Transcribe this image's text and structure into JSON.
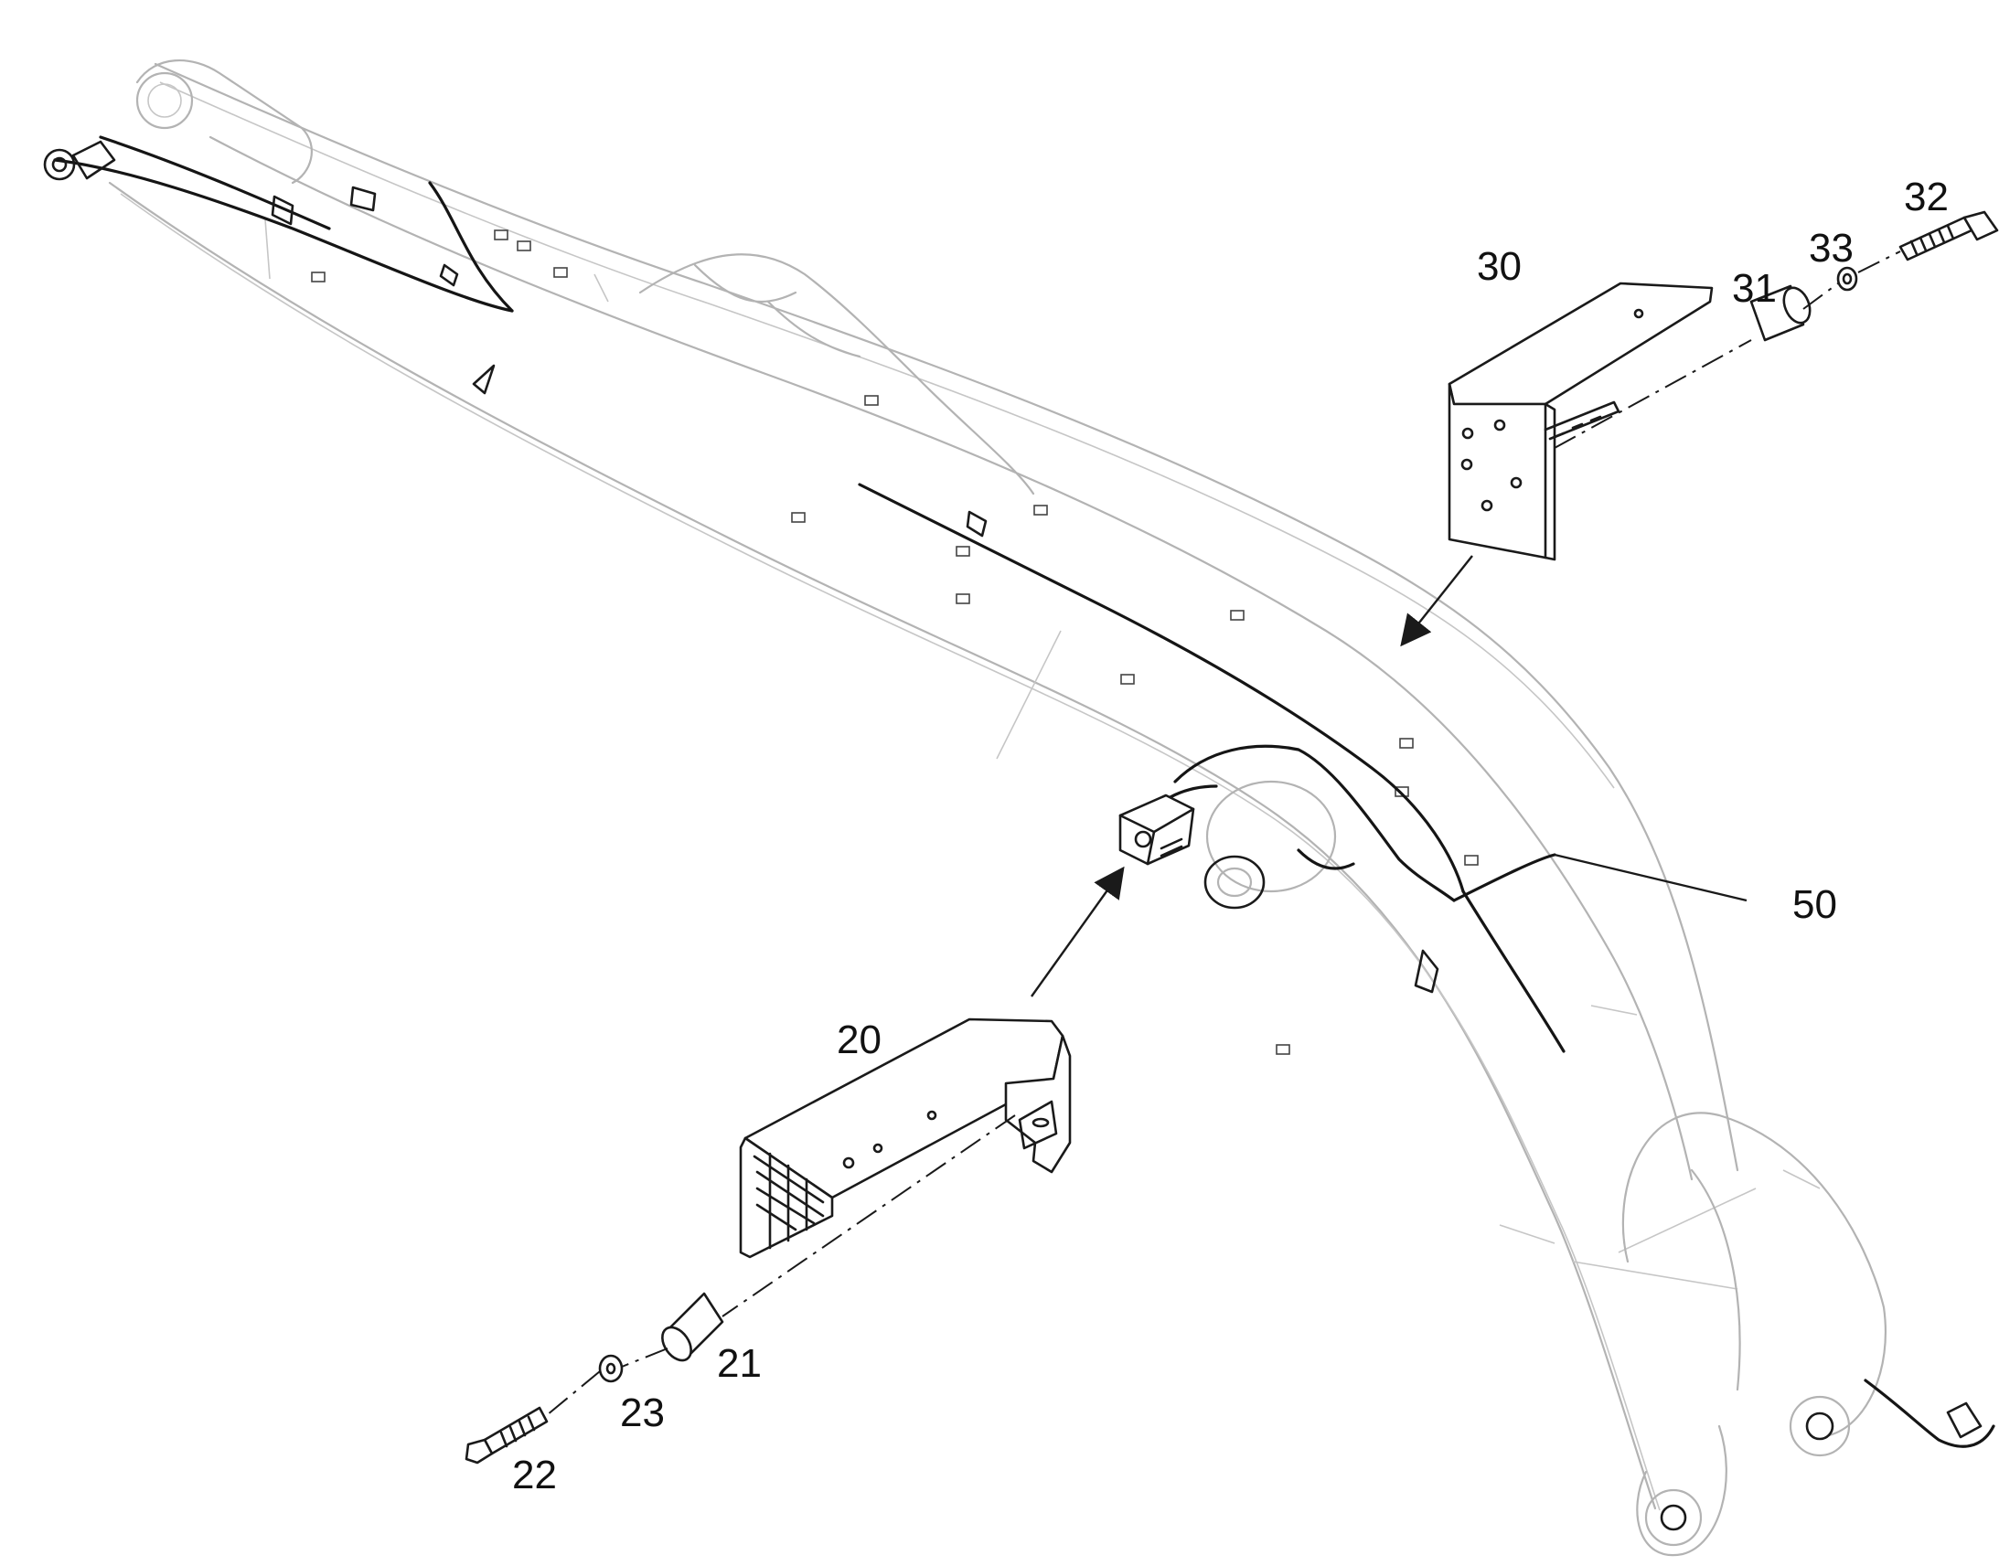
{
  "callouts": {
    "c20": "20",
    "c21": "21",
    "c22": "22",
    "c23": "23",
    "c30": "30",
    "c31": "31",
    "c32": "32",
    "c33": "33",
    "c50": "50"
  }
}
